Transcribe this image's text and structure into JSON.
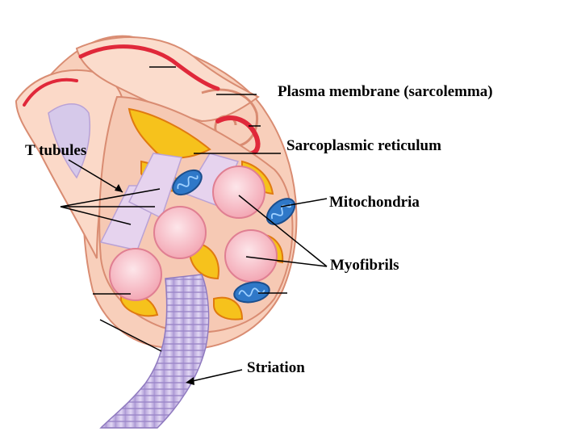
{
  "labels": {
    "plasma_membrane": "Plasma membrane (sarcolemma)",
    "sarcoplasmic_reticulum": "Sarcoplasmic reticulum",
    "t_tubules": "T tubules",
    "mitochondria": "Mitochondria",
    "myofibrils": "Myofibrils",
    "striation": "Striation"
  },
  "colors": {
    "membrane": "#f6c9b4",
    "membrane_edge": "#e09a80",
    "blood_vessel": "#e0283a",
    "reticulum": "#f6c21c",
    "reticulum_edge": "#e07a10",
    "myofibril": "#f7b9c2",
    "myofibril_edge": "#e07f92",
    "mitochondria": "#2f78c8",
    "striation": "#c9b8e6",
    "t_tubule": "#e6d3ee"
  }
}
